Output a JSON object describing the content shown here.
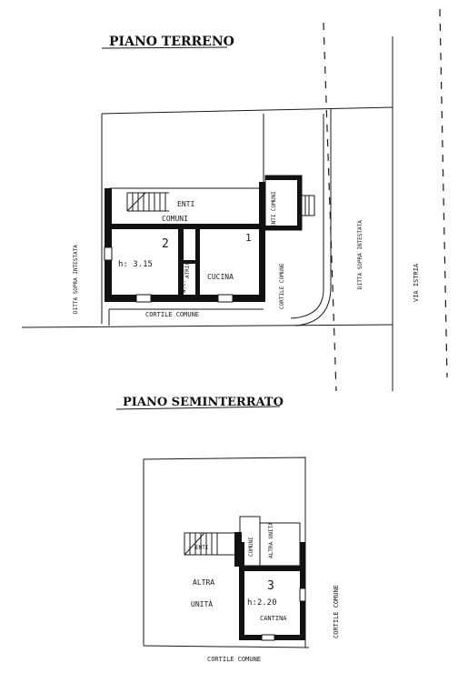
{
  "ground_floor": {
    "title": "PIANO TERRENO",
    "labels": {
      "enti_top": "ENTI",
      "comuni_top": "COMUNI",
      "enti_comuni_right": "ENTI COMUNI",
      "room_height": "h: 3.15",
      "room_number": "2",
      "atrio": "ATRIO",
      "we": "W.C.",
      "kitchen": "CUCINA",
      "kitchen_number": "1",
      "cortile_comune_bottom": "CORTILE COMUNE",
      "cortile_comune_right": "CORTILE COMUNE",
      "ditta_left": "DITTA SOPRA INTESTATA",
      "ditta_right": "DITTA SOPRA INTESTATA",
      "via_istria": "VIA ISTRIA"
    }
  },
  "basement": {
    "title": "PIANO SEMINTERRATO",
    "labels": {
      "enti": "ENTI",
      "comuni": "COMUNI",
      "altra_unita_top": "ALTRA UNITÀ",
      "altra_unita_left_1": "ALTRA",
      "altra_unita_left_2": "UNITÀ",
      "room_height": "h:2.20",
      "room_number": "3",
      "cantina": "CANTINA",
      "cortile_comune_right": "CORTILE COMUNE",
      "cortile_comune_bottom": "CORTILE COMUNE"
    }
  }
}
